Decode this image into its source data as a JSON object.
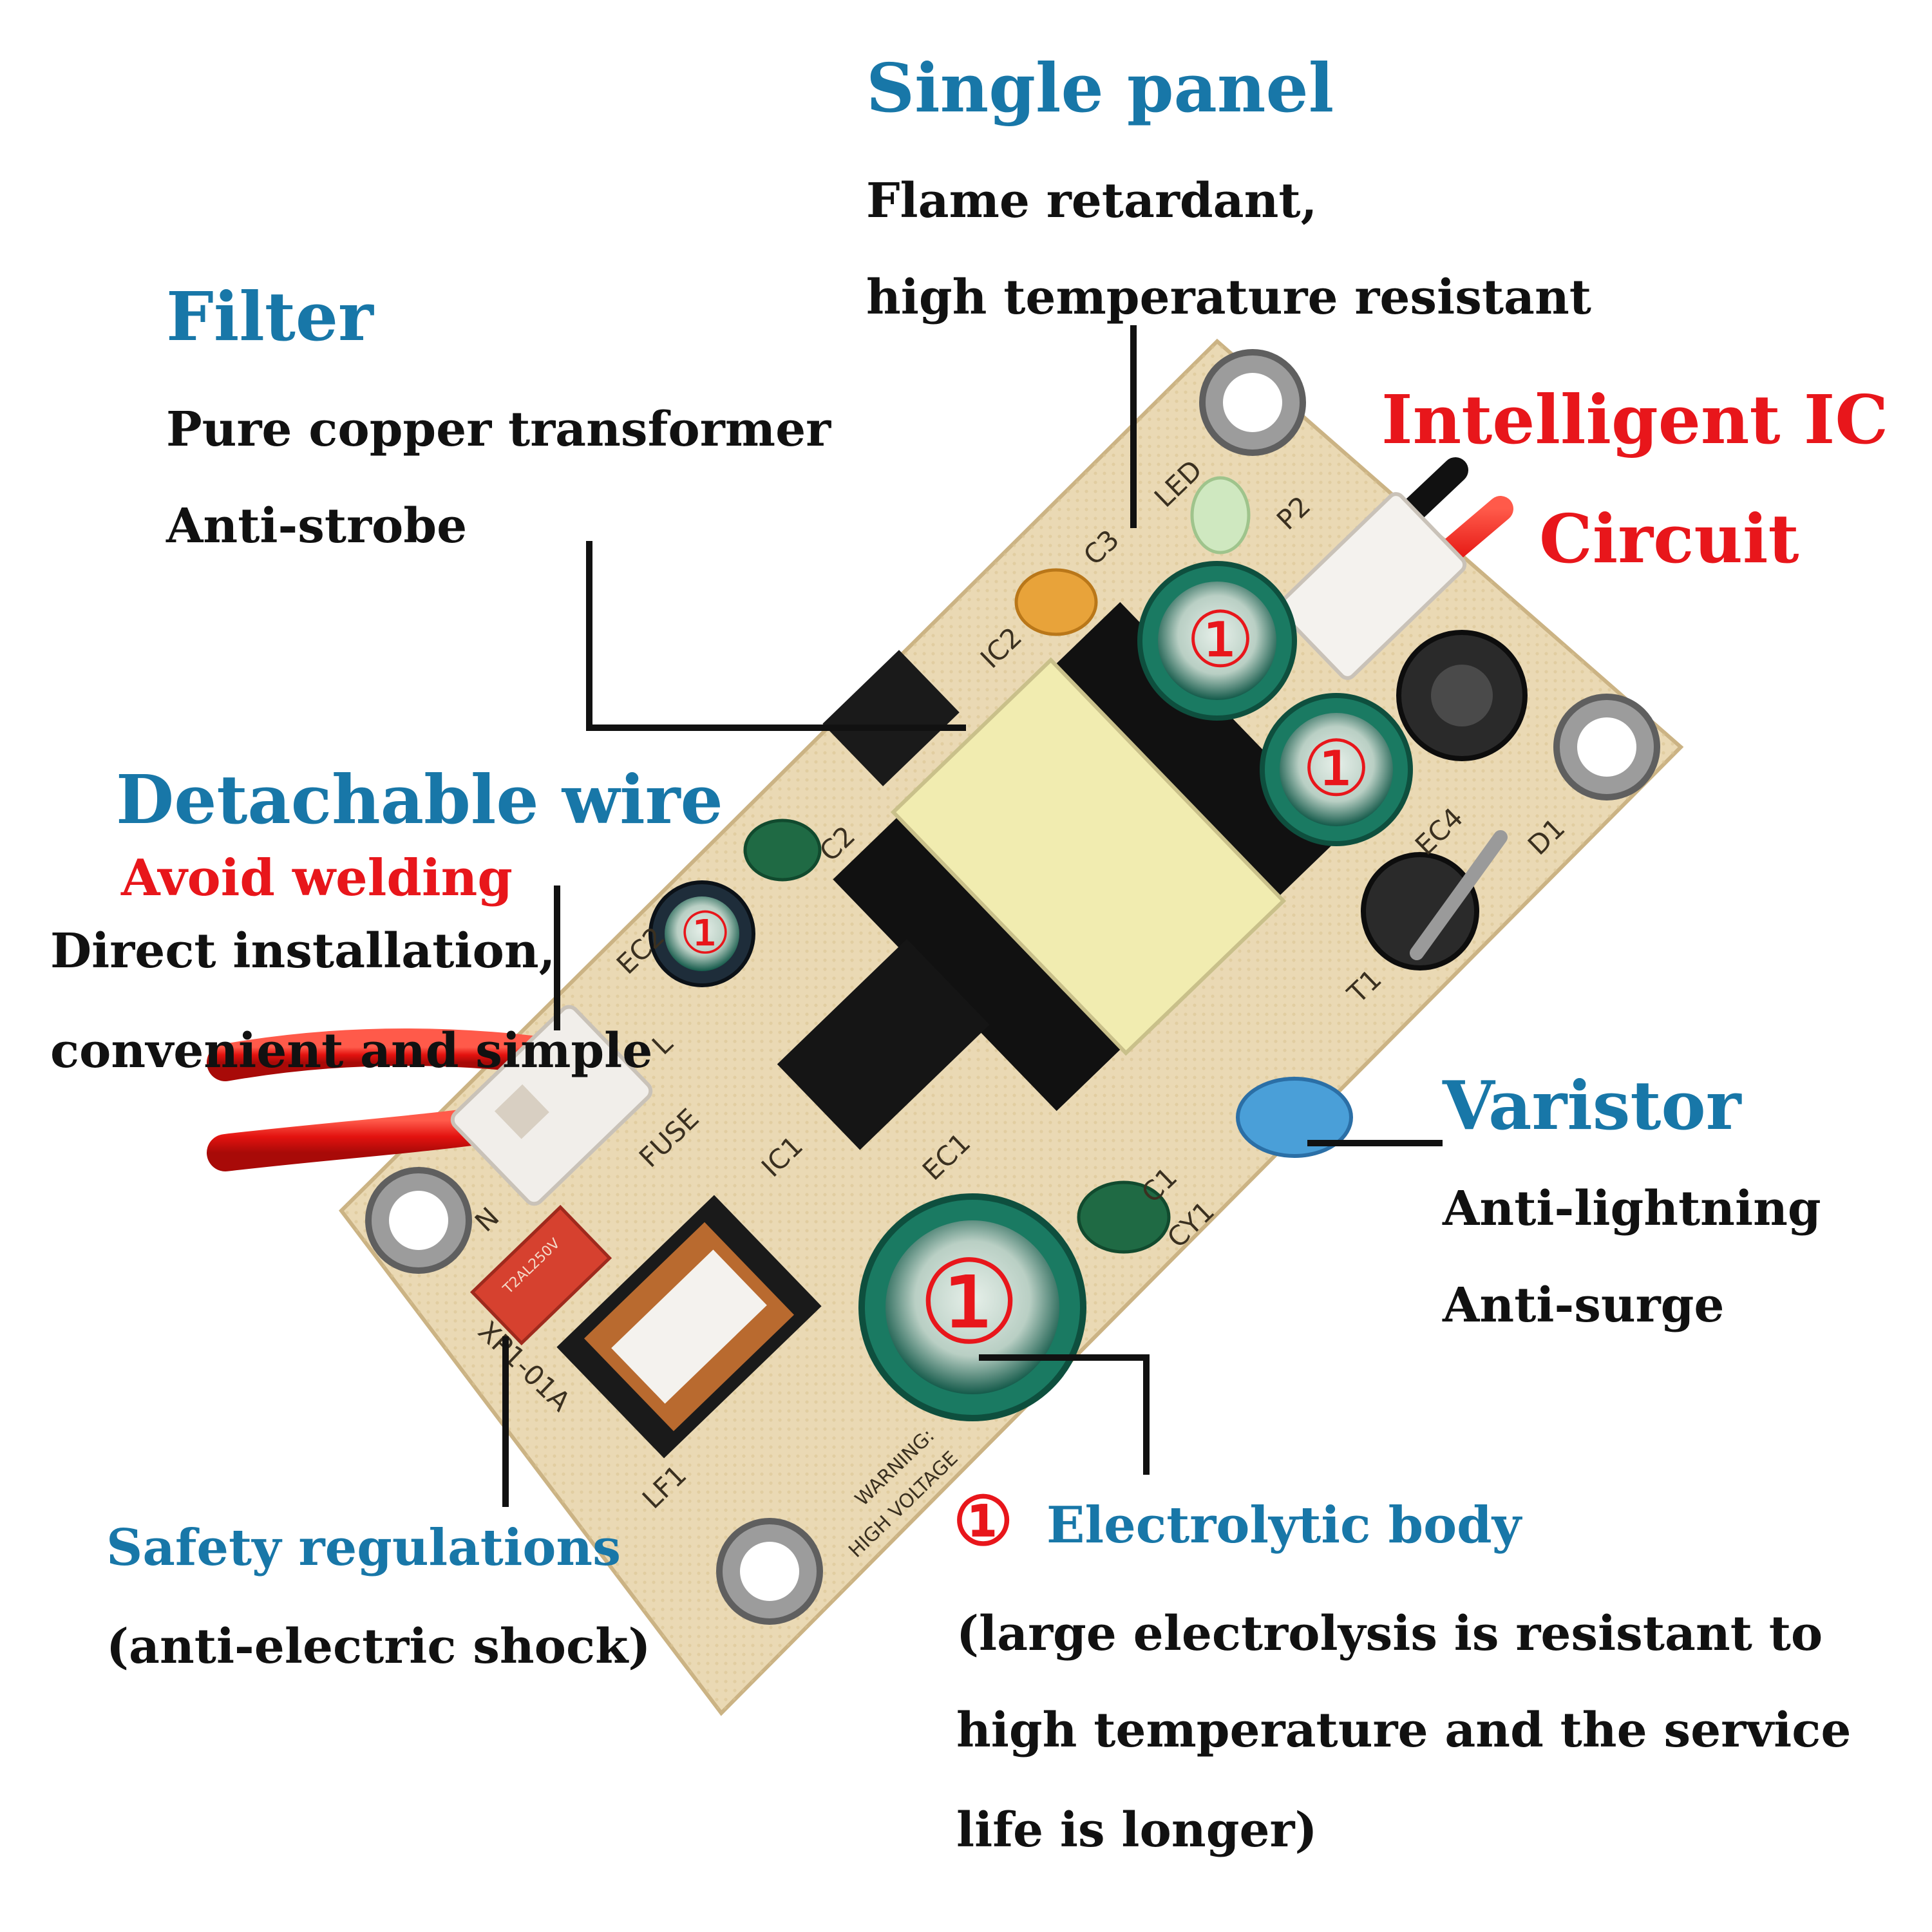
{
  "colors": {
    "heading_blue": "#1877a8",
    "accent_red": "#e8161b",
    "text_black": "#111111",
    "board": "#ead9b4"
  },
  "callouts": {
    "single_panel": {
      "title": "Single panel",
      "line1": "Flame retardant,",
      "line2": "high temperature resistant"
    },
    "filter": {
      "title": "Filter",
      "line1": "Pure copper transformer",
      "line2": "Anti-strobe"
    },
    "intelligent_ic": {
      "line1": "Intelligent IC",
      "line2": "Circuit"
    },
    "detachable_wire": {
      "title": "Detachable wire",
      "subtitle": "Avoid welding",
      "line1": "Direct installation,",
      "line2": "convenient and simple"
    },
    "varistor": {
      "title": "Varistor",
      "line1": "Anti-lightning",
      "line2": "Anti-surge"
    },
    "safety": {
      "title": "Safety regulations",
      "line1": "(anti-electric shock)"
    },
    "electrolytic": {
      "marker": "①",
      "title": "Electrolytic body",
      "line1": "(large electrolysis is resistant to",
      "line2": "high temperature and the service",
      "line3": "life is longer)"
    }
  },
  "board_markings": {
    "cap_marker": "①",
    "silk_led": "LED",
    "silk_p2": "P2",
    "silk_c3": "C3",
    "silk_ic2": "IC2",
    "silk_c2": "C2",
    "silk_ec2": "EC2",
    "silk_ec4": "EC4",
    "silk_d1": "D1",
    "silk_t1": "T1",
    "silk_fuse": "FUSE",
    "silk_ic1": "IC1",
    "silk_ec1": "EC1",
    "silk_c1": "C1",
    "silk_cy1": "CY1",
    "silk_lf1": "LF1",
    "silk_l": "L",
    "silk_n": "N",
    "silk_model": "XP1-01A",
    "silk_warning": "WARNING:",
    "silk_high_voltage": "HIGH VOLTAGE",
    "fuse_label": "T2AL250V"
  }
}
